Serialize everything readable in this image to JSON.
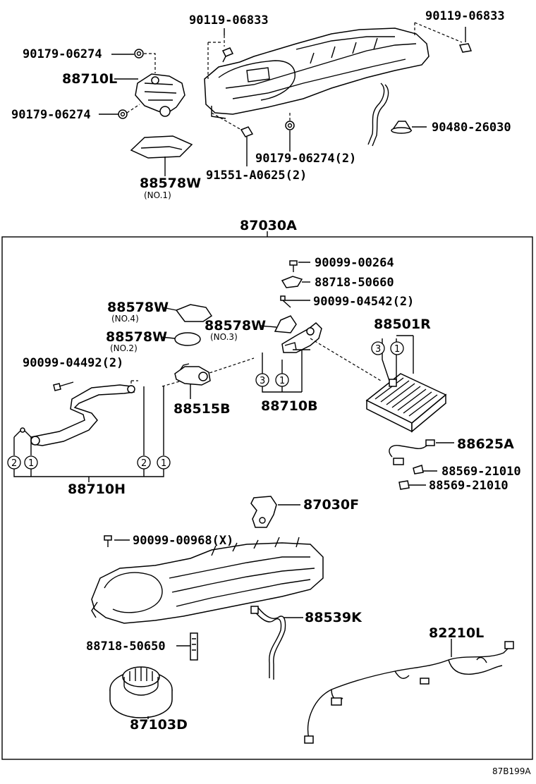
{
  "top_labels": {
    "bolt_left": "90119-06833",
    "bolt_right": "90119-06833",
    "nut_upper": "90179-06274",
    "damper_servo": "88710L",
    "nut_lower": "90179-06274",
    "clip_right": "90480-26030",
    "nut_bottom": "90179-06274(2)",
    "bolt_bottom": "91551-A0625(2)",
    "seal_no1": "88578W",
    "seal_no1_note": "(NO.1)"
  },
  "assembly_label": "87030A",
  "inner_labels": {
    "screw_a": "90099-00264",
    "clip_a": "88718-50660",
    "screw_b": "90099-04542(2)",
    "seal_no4": "88578W",
    "seal_no4_note": "(NO.4)",
    "seal_no3": "88578W",
    "seal_no3_note": "(NO.3)",
    "seal_no2": "88578W",
    "seal_no2_note": "(NO.2)",
    "heater_core": "88501R",
    "screw_c": "90099-04492(2)",
    "servo_b": "88515B",
    "damper_b": "88710B",
    "damper_h": "88710H",
    "thermistor": "88625A",
    "clamp_a": "88569-21010",
    "clamp_b": "88569-21010",
    "bracket_f": "87030F",
    "screw_x": "90099-00968(X)",
    "pipe_k": "88539K",
    "clip_b": "88718-50650",
    "wire_l": "82210L",
    "blower_motor": "87103D"
  },
  "callouts": {
    "c1": "1",
    "c2": "2",
    "c3": "3"
  },
  "figure_code": "87B199A"
}
